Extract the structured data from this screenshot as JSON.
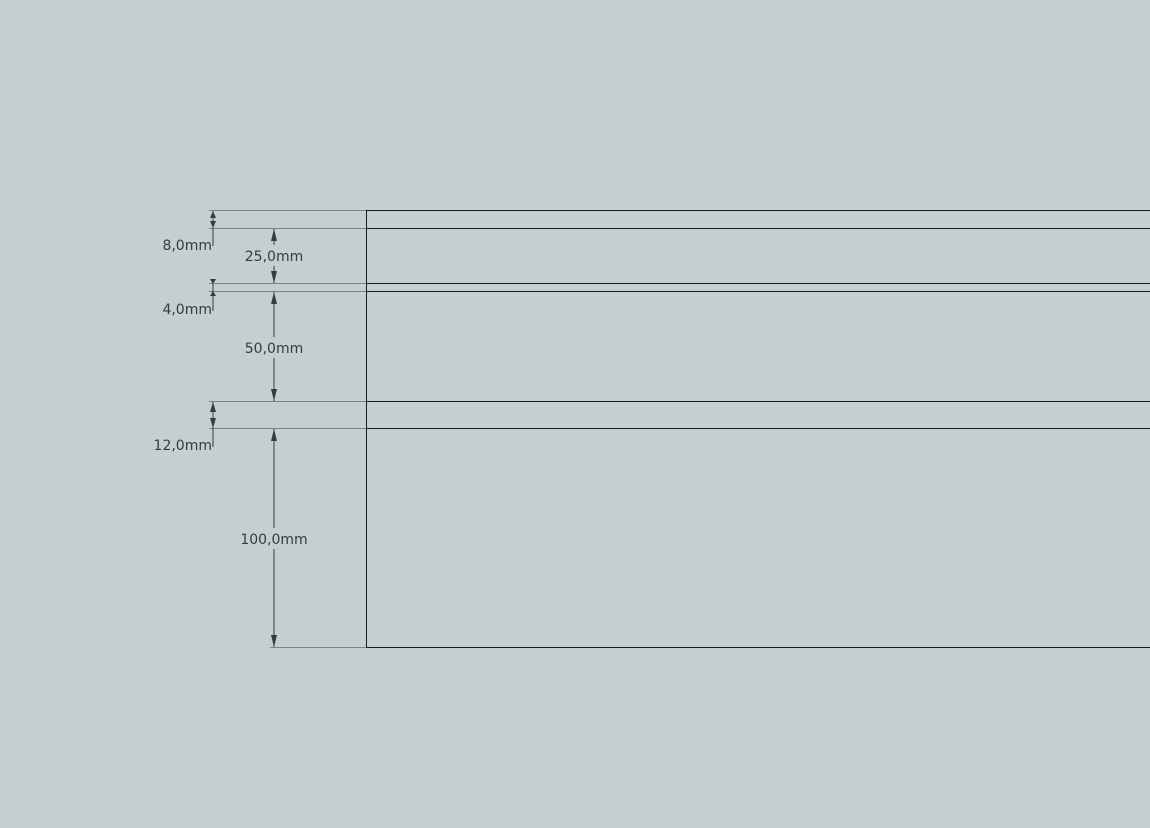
{
  "colors": {
    "background": "#c4cfd0",
    "geometry_line": "#1a1a1a",
    "dimension_line": "#4a4a4a",
    "dimension_text": "#3a3a3a"
  },
  "view": {
    "units": "mm",
    "orientation": "vertical-section"
  },
  "dimensions": {
    "dim_8": "8,0mm",
    "dim_25": "25,0mm",
    "dim_4": "4,0mm",
    "dim_50": "50,0mm",
    "dim_12": "12,0mm",
    "dim_100": "100,0mm"
  }
}
